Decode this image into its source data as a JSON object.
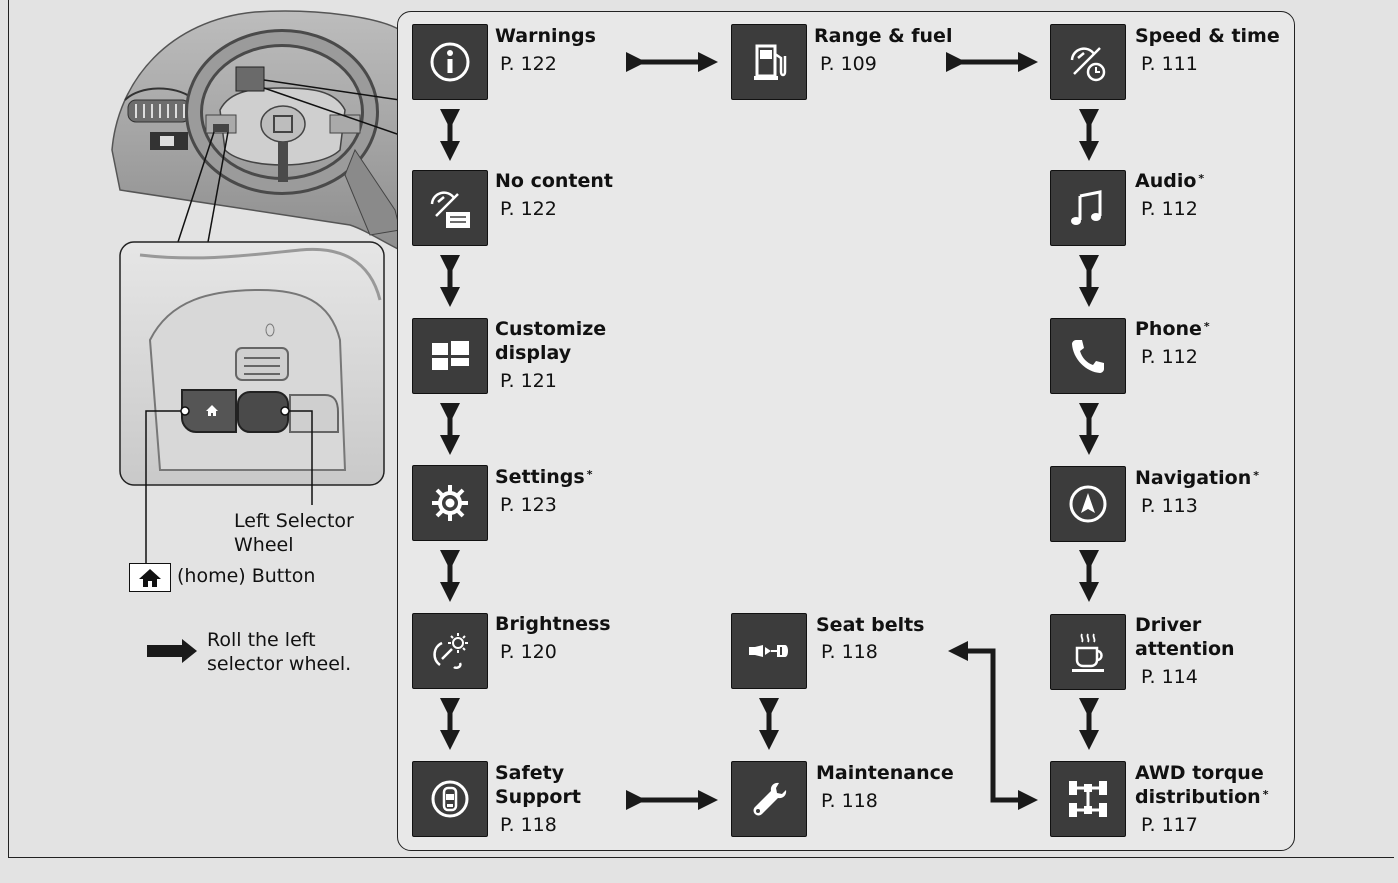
{
  "screens": {
    "warnings": {
      "title": "Warnings",
      "page": "P. 122",
      "icon": "info-icon"
    },
    "range_fuel": {
      "title": "Range & fuel",
      "page": "P. 109",
      "icon": "fuel-pump-icon"
    },
    "speed_time": {
      "title": "Speed & time",
      "page": "P. 111",
      "icon": "speed-clock-icon"
    },
    "no_content": {
      "title": "No content",
      "page": "P. 122",
      "icon": "gauge-blank-icon"
    },
    "audio": {
      "title": "Audio",
      "page": "P. 112",
      "icon": "music-note-icon",
      "asterisk": "*"
    },
    "customize": {
      "title_line1": "Customize",
      "title_line2": "display",
      "page": "P. 121",
      "icon": "layout-icon"
    },
    "phone": {
      "title": "Phone",
      "page": "P. 112",
      "icon": "phone-icon",
      "asterisk": "*"
    },
    "settings": {
      "title": "Settings",
      "page": "P. 123",
      "icon": "gear-icon",
      "asterisk": "*"
    },
    "navigation": {
      "title": "Navigation",
      "page": "P. 113",
      "icon": "compass-icon",
      "asterisk": "*"
    },
    "brightness": {
      "title": "Brightness",
      "page": "P. 120",
      "icon": "brightness-icon"
    },
    "seat_belts": {
      "title": "Seat belts",
      "page": "P. 118",
      "icon": "seatbelt-icon"
    },
    "driver_attention": {
      "title_line1": "Driver",
      "title_line2": "attention",
      "page": "P. 114",
      "icon": "coffee-cup-icon"
    },
    "safety_support": {
      "title_line1": "Safety",
      "title_line2": "Support",
      "page": "P. 118",
      "icon": "safety-car-icon"
    },
    "maintenance": {
      "title": "Maintenance",
      "page": "P. 118",
      "icon": "wrench-icon"
    },
    "awd": {
      "title_line1": "AWD torque",
      "title_line2": "distribution",
      "page": "P. 117",
      "icon": "awd-chassis-icon",
      "asterisk": "*"
    }
  },
  "callouts": {
    "left_selector_line1": "Left Selector",
    "left_selector_line2": "Wheel",
    "home_button": "(home) Button"
  },
  "legend": {
    "line1": "Roll the left",
    "line2": "selector wheel."
  },
  "colors": {
    "tile": "#3c3c3c",
    "panel": "#e8e8e8",
    "page_bg": "#e3e3e3",
    "arrow": "#1a1a1a"
  }
}
